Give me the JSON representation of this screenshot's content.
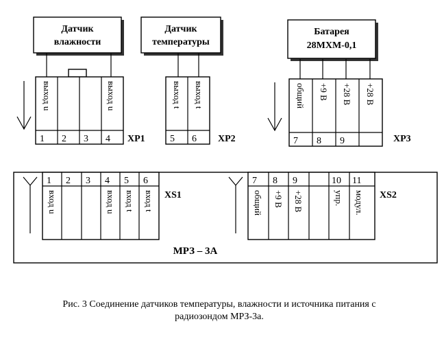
{
  "sensors": {
    "humidity": {
      "line1": "Датчик",
      "line2": "влажности"
    },
    "temperature": {
      "line1": "Датчик",
      "line2": "температуры"
    },
    "battery": {
      "line1": "Батарея",
      "line2": "28МХМ-0,1"
    }
  },
  "xp1": {
    "label": "XP1",
    "pins": [
      {
        "num": "1",
        "signal": "выход u"
      },
      {
        "num": "2",
        "signal": ""
      },
      {
        "num": "3",
        "signal": ""
      },
      {
        "num": "4",
        "signal": "выход u"
      }
    ]
  },
  "xp2": {
    "label": "XP2",
    "pins": [
      {
        "num": "5",
        "signal": "выход t"
      },
      {
        "num": "6",
        "signal": "выход t"
      }
    ]
  },
  "xp3": {
    "label": "XP3",
    "pins": [
      {
        "num": "7",
        "signal": "общий"
      },
      {
        "num": "8",
        "signal": "+9 В"
      },
      {
        "num": "9",
        "signal": "+28 В"
      },
      {
        "num": "",
        "signal": "+28 В"
      }
    ]
  },
  "xs1": {
    "label": "XS1",
    "pins": [
      {
        "num": "1",
        "signal": "вход u"
      },
      {
        "num": "2",
        "signal": ""
      },
      {
        "num": "3",
        "signal": ""
      },
      {
        "num": "4",
        "signal": "вход u"
      },
      {
        "num": "5",
        "signal": "вход t"
      },
      {
        "num": "6",
        "signal": "вход t"
      }
    ]
  },
  "xs2": {
    "label": "XS2",
    "pins": [
      {
        "num": "7",
        "signal": "общий"
      },
      {
        "num": "8",
        "signal": "+9 В"
      },
      {
        "num": "9",
        "signal": "+28 В"
      },
      {
        "num": "",
        "signal": ""
      },
      {
        "num": "10",
        "signal": "упр."
      },
      {
        "num": "11",
        "signal": "модул."
      }
    ]
  },
  "radiosonde": {
    "label": "МРЗ – 3А"
  },
  "caption": {
    "line1": "Рис. 3    Соединение датчиков температуры, влажности и источника питания с",
    "line2": "радиозондом МРЗ-3а."
  }
}
